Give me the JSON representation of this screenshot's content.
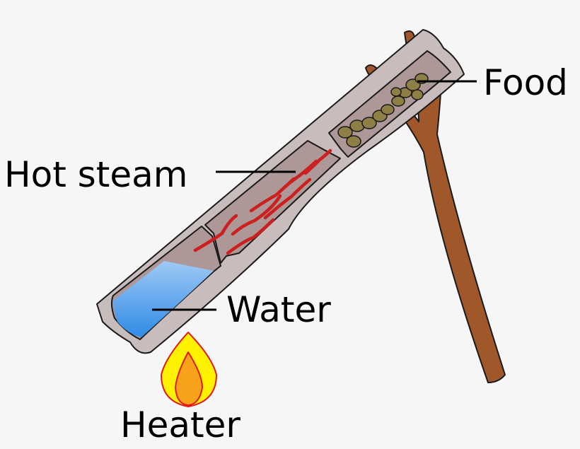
{
  "labels": {
    "food": "Food",
    "hot_steam": "Hot steam",
    "water": "Water",
    "heater": "Heater"
  },
  "colors": {
    "background": "#f6f6f6",
    "tube": "#c9bcbc",
    "tube_outline": "#1a1a1a",
    "chamber": "#ad9797",
    "water_light": "#9fc9f5",
    "water_dark": "#2f8be6",
    "steam": "#cc1f1f",
    "food": "#8d7f45",
    "stick": "#a0582b",
    "flame_outer": "#fff200",
    "flame_inner": "#f7a21a"
  },
  "icons": {
    "tube": "bamboo-tube-icon",
    "stick": "forked-stick-icon",
    "flame": "flame-icon"
  }
}
